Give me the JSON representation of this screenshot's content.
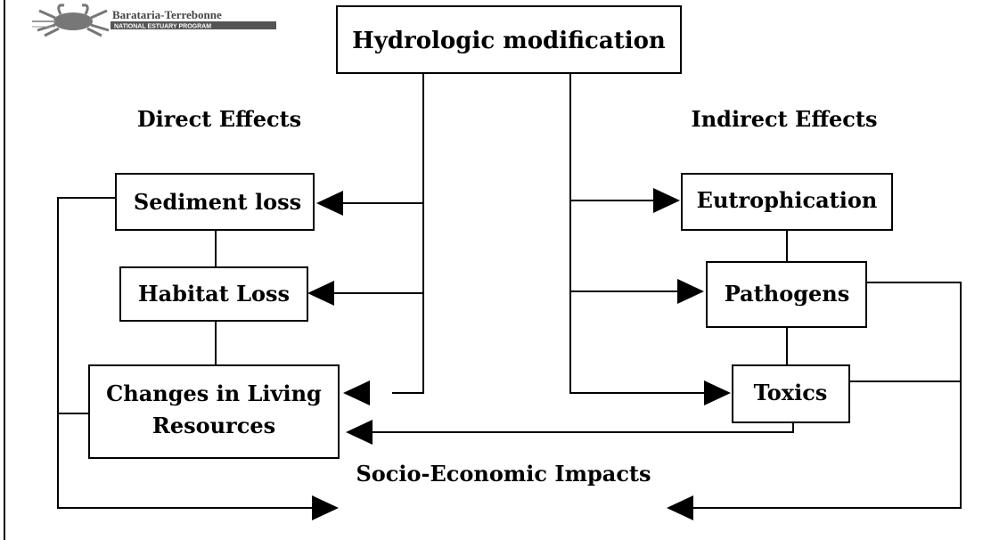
{
  "logo": {
    "title": "Barataria-Terrebonne",
    "subtitle": "NATIONAL ESTUARY PROGRAM",
    "icon": "crab-icon"
  },
  "diagram": {
    "top": "Hydrologic modification",
    "direct_heading": "Direct Effects",
    "indirect_heading": "Indirect Effects",
    "direct": {
      "sediment": "Sediment loss",
      "habitat": "Habitat Loss",
      "living_line1": "Changes in Living",
      "living_line2": "Resources"
    },
    "indirect": {
      "eutrophication": "Eutrophication",
      "pathogens": "Pathogens",
      "toxics": "Toxics"
    },
    "impacts": "Socio-Economic Impacts"
  }
}
